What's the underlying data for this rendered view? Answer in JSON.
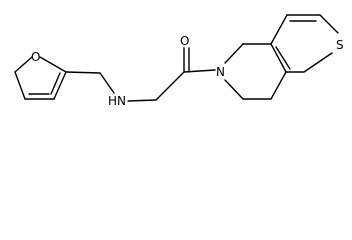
{
  "molecule": {
    "atoms": {
      "furan_oxygen": "O",
      "amine": "HN",
      "carbonyl_oxygen": "O",
      "ring_nitrogen": "N",
      "thiophene_sulfur": "S"
    }
  }
}
